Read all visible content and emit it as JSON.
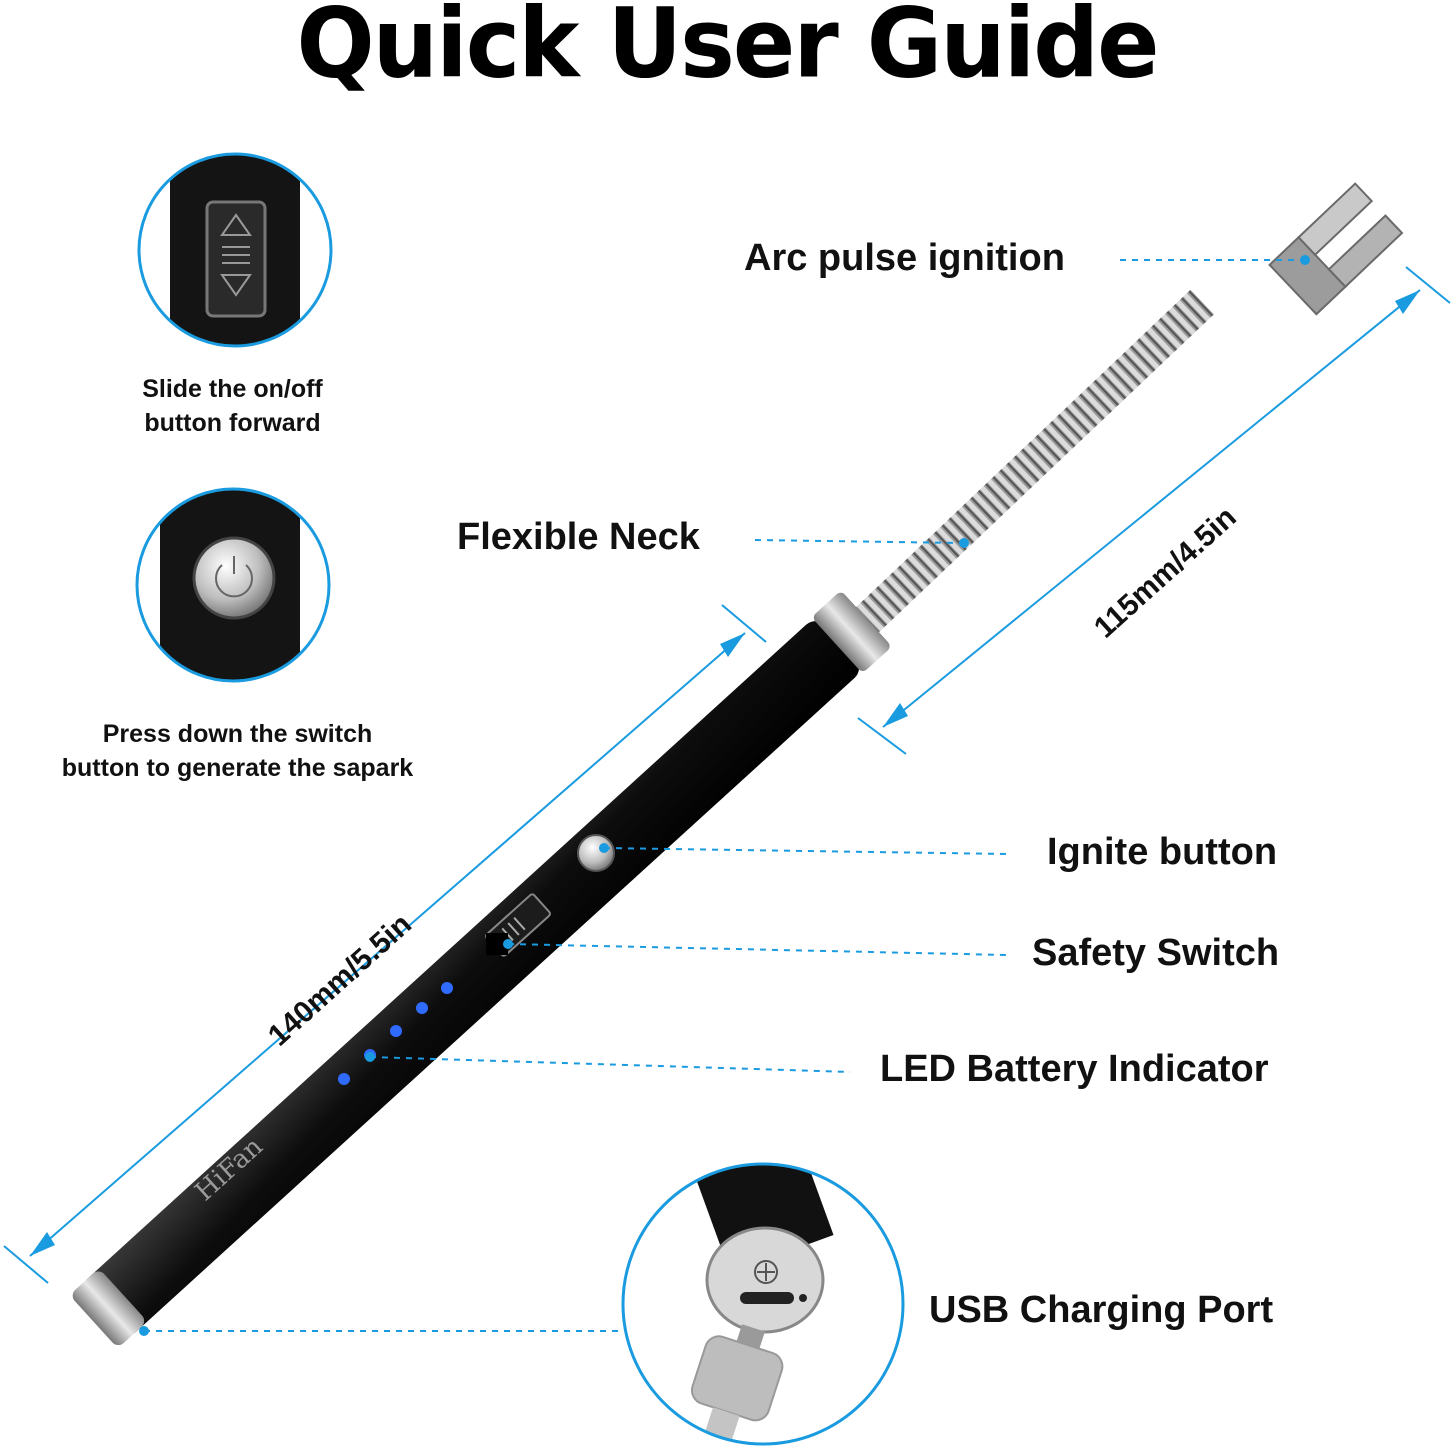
{
  "title": "Quick User Guide",
  "callouts": {
    "arc_pulse": "Arc pulse ignition",
    "flexible_neck": "Flexible Neck",
    "ignite_button": "Ignite button",
    "safety_switch": "Safety Switch",
    "led_indicator": "LED Battery Indicator",
    "usb_port": "USB Charging Port"
  },
  "steps": {
    "slide": [
      "Slide the on/off",
      "button forward"
    ],
    "press": [
      "Press down the switch",
      "button to generate the sapark"
    ]
  },
  "dimensions": {
    "neck": "115mm/4.5in",
    "body": "140mm/5.5in"
  },
  "brand": "HiFan",
  "colors": {
    "accent": "#1a9be0",
    "body": "#111111",
    "led": "#2f6bff"
  }
}
